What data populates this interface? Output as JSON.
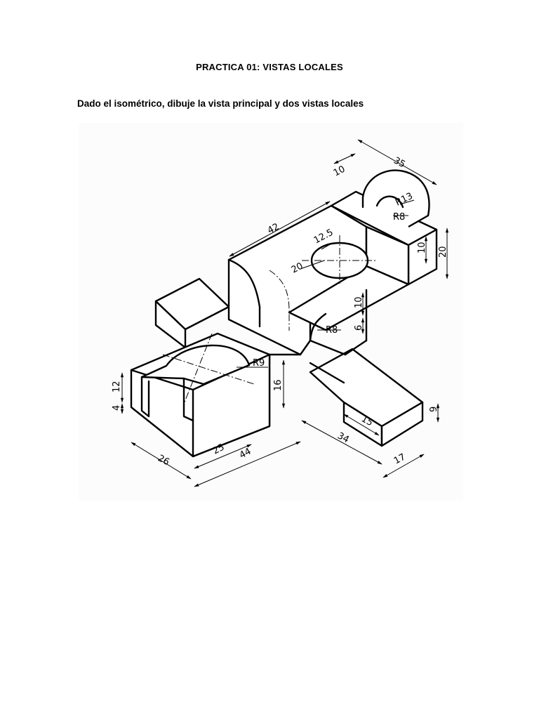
{
  "document": {
    "title": "PRACTICA 01: VISTAS LOCALES",
    "instructions": "Dado el isométrico, dibuje la vista principal y dos vistas locales"
  },
  "drawing": {
    "dimensions": [
      "35",
      "10",
      "R13",
      "R8",
      "42",
      "12.5",
      "20",
      "10",
      "20",
      "10",
      "6",
      "R8",
      "R9",
      "12",
      "4",
      "16",
      "26",
      "25",
      "44",
      "34",
      "15",
      "9",
      "17"
    ]
  }
}
